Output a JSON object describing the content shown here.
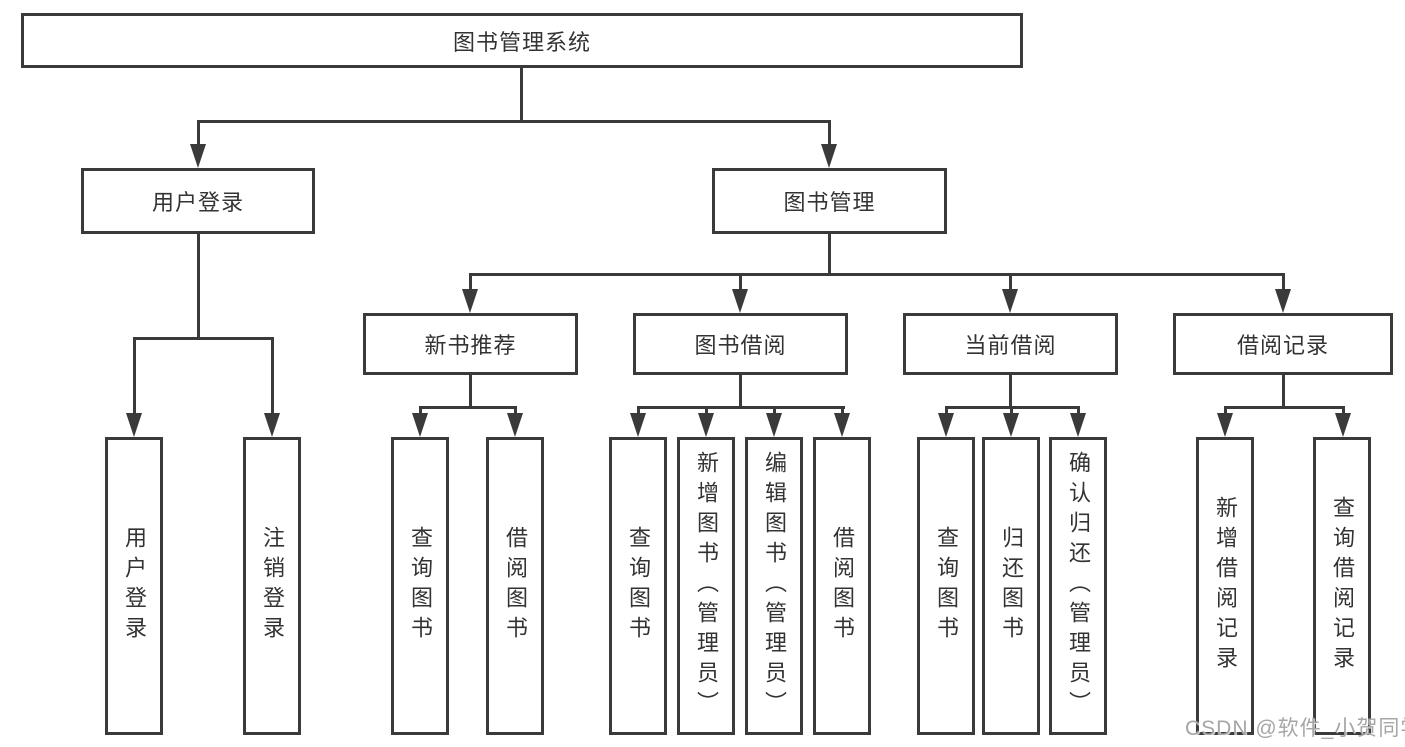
{
  "diagram": {
    "root": {
      "label": "图书管理系统"
    },
    "level2": [
      {
        "label": "用户登录"
      },
      {
        "label": "图书管理"
      }
    ],
    "level3": [
      {
        "label": "新书推荐"
      },
      {
        "label": "图书借阅"
      },
      {
        "label": "当前借阅"
      },
      {
        "label": "借阅记录"
      }
    ],
    "leaves": {
      "user_login": [
        "用户登录",
        "注销登录"
      ],
      "new_books": [
        "查询图书",
        "借阅图书"
      ],
      "borrow": [
        "查询图书",
        "新增图书（管理员）",
        "编辑图书（管理员）",
        "借阅图书"
      ],
      "current": [
        "查询图书",
        "归还图书",
        "确认归还（管理员）"
      ],
      "records": [
        "新增借阅记录",
        "查询借阅记录"
      ]
    }
  },
  "watermark": "CSDN @软件_小贺同学",
  "colors": {
    "line": "#3a3a3a",
    "text": "#333333",
    "watermark": "#a6a6a6",
    "background": "#ffffff"
  }
}
